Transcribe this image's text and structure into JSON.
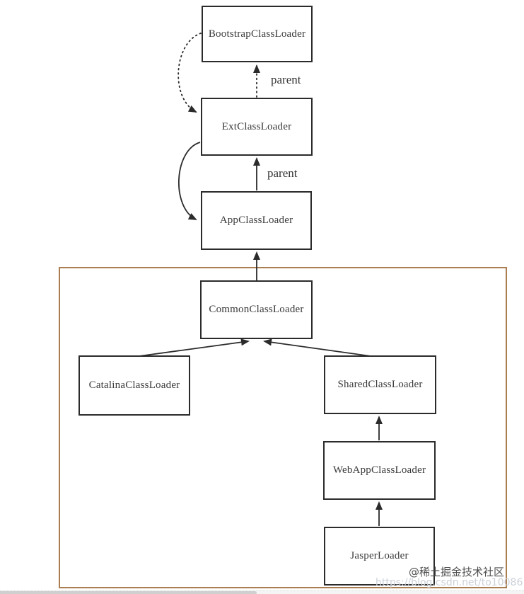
{
  "diagram": {
    "nodes": [
      {
        "id": "bootstrap-classloader",
        "label": "BootstrapClassLoader"
      },
      {
        "id": "ext-classloader",
        "label": "ExtClassLoader"
      },
      {
        "id": "app-classloader",
        "label": "AppClassLoader"
      },
      {
        "id": "common-classloader",
        "label": "CommonClassLoader"
      },
      {
        "id": "catalina-classloader",
        "label": "CatalinaClassLoader"
      },
      {
        "id": "shared-classloader",
        "label": "SharedClassLoader"
      },
      {
        "id": "webapp-classloader",
        "label": "WebAppClassLoader"
      },
      {
        "id": "jasper-loader",
        "label": "JasperLoader"
      }
    ],
    "edges": [
      {
        "from": "ext-classloader",
        "to": "bootstrap-classloader",
        "style": "dotted",
        "label": "parent"
      },
      {
        "from": "bootstrap-classloader",
        "to": "ext-classloader",
        "style": "dotted-arc",
        "label": ""
      },
      {
        "from": "app-classloader",
        "to": "ext-classloader",
        "style": "solid",
        "label": "parent"
      },
      {
        "from": "ext-classloader",
        "to": "app-classloader",
        "style": "solid-arc",
        "label": ""
      },
      {
        "from": "common-classloader",
        "to": "app-classloader",
        "style": "solid",
        "label": ""
      },
      {
        "from": "catalina-classloader",
        "to": "common-classloader",
        "style": "solid",
        "label": ""
      },
      {
        "from": "shared-classloader",
        "to": "common-classloader",
        "style": "solid",
        "label": ""
      },
      {
        "from": "webapp-classloader",
        "to": "shared-classloader",
        "style": "solid",
        "label": ""
      },
      {
        "from": "jasper-loader",
        "to": "webapp-classloader",
        "style": "solid",
        "label": ""
      }
    ],
    "edge_labels": [
      {
        "id": "parent-ext-to-bootstrap",
        "text": "parent"
      },
      {
        "id": "parent-app-to-ext",
        "text": "parent"
      }
    ],
    "colors": {
      "node_border": "#2b2b2b",
      "edge": "#2b2b2b",
      "group_border": "#ab7e52",
      "node_text": "#3a3a3a",
      "background": "#ffffff",
      "scrollbar_thumb": "#cfcfcf",
      "watermark_text": "#4f4f4f",
      "watermark_url": "#ccd1d8"
    }
  },
  "watermark": {
    "community": "@稀土掘金技术社区",
    "url": "https://blog.csdn.net/to10086"
  }
}
